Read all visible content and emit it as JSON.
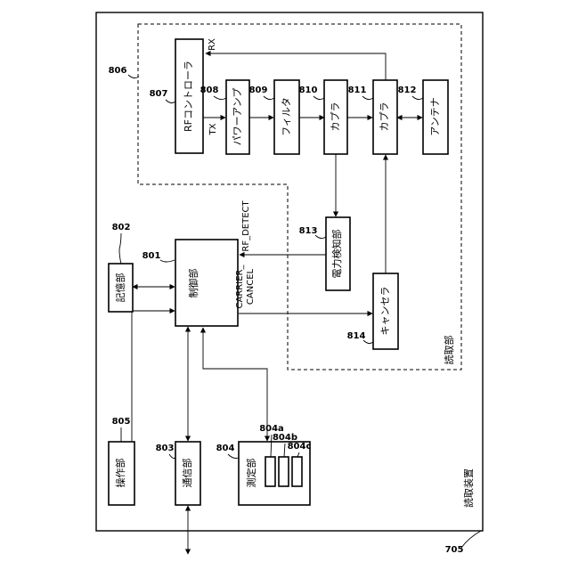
{
  "device": {
    "label": "読取装置",
    "ref": "705"
  },
  "reader_unit": {
    "label": "読取部",
    "ref": "806"
  },
  "blocks": {
    "control": {
      "label": "制御部",
      "ref": "801"
    },
    "storage": {
      "label": "記憶部",
      "ref": "802"
    },
    "comm": {
      "label": "通信部",
      "ref": "803"
    },
    "operation": {
      "label": "操作部",
      "ref": "805"
    },
    "measure": {
      "label": "測定部",
      "ref": "804",
      "sub_refs": [
        "804a",
        "804b",
        "804c"
      ]
    },
    "rf_ctrl": {
      "label": "RFコントローラ",
      "ref": "807"
    },
    "power_amp": {
      "label": "パワーアンプ",
      "ref": "808"
    },
    "filter": {
      "label": "フィルタ",
      "ref": "809"
    },
    "coupler1": {
      "label": "カプラ",
      "ref": "810"
    },
    "coupler2": {
      "label": "カプラ",
      "ref": "811"
    },
    "antenna": {
      "label": "アンテナ",
      "ref": "812"
    },
    "power_det": {
      "label": "電力検知部",
      "ref": "813"
    },
    "canceller": {
      "label": "キャンセラ",
      "ref": "814"
    }
  },
  "signals": {
    "tx": "TX",
    "rx": "RX",
    "rf_detect": "RF_DETECT",
    "carrier_1": "CARRIER_",
    "carrier_2": "CANCEL"
  }
}
